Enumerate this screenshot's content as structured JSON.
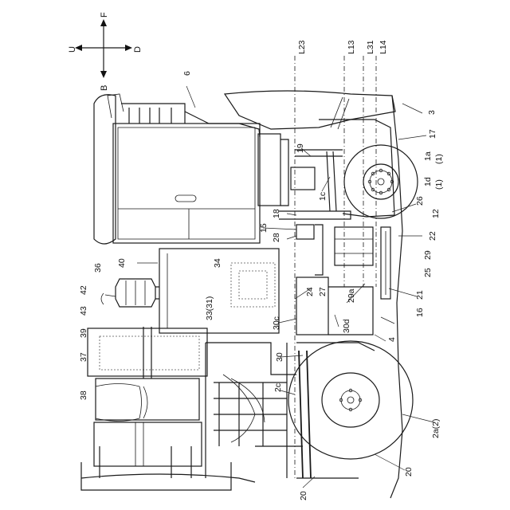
{
  "directions": {
    "front": "F",
    "back": "B",
    "up": "U",
    "down": "D"
  },
  "ref_lines": {
    "l23": "L23",
    "l13": "L13",
    "l31": "L31",
    "l14": "L14"
  },
  "labels": {
    "n6": "6",
    "n3": "3",
    "n17": "17",
    "n1a": "1a",
    "n1a_paren": "(1)",
    "n1d": "1d",
    "n1d_paren": "(1)",
    "n19": "19",
    "n1c": "1c",
    "n26": "26",
    "n12": "12",
    "n18": "18",
    "n15": "15",
    "n28": "28",
    "n22": "22",
    "n40": "40",
    "n36": "36",
    "n34": "34",
    "n29": "29",
    "n25": "25",
    "n29a": "29a",
    "n42": "42",
    "n24": "24",
    "n27": "27",
    "n21": "21",
    "n43": "43",
    "n33": "33(31)",
    "n30c": "30c",
    "n16": "16",
    "n30d": "30d",
    "n39": "39",
    "n4": "4",
    "n37": "37",
    "n30": "30",
    "n2c": "2c",
    "n38": "38",
    "n2a": "2a(2)",
    "n20a": "20",
    "n20b": "20"
  }
}
